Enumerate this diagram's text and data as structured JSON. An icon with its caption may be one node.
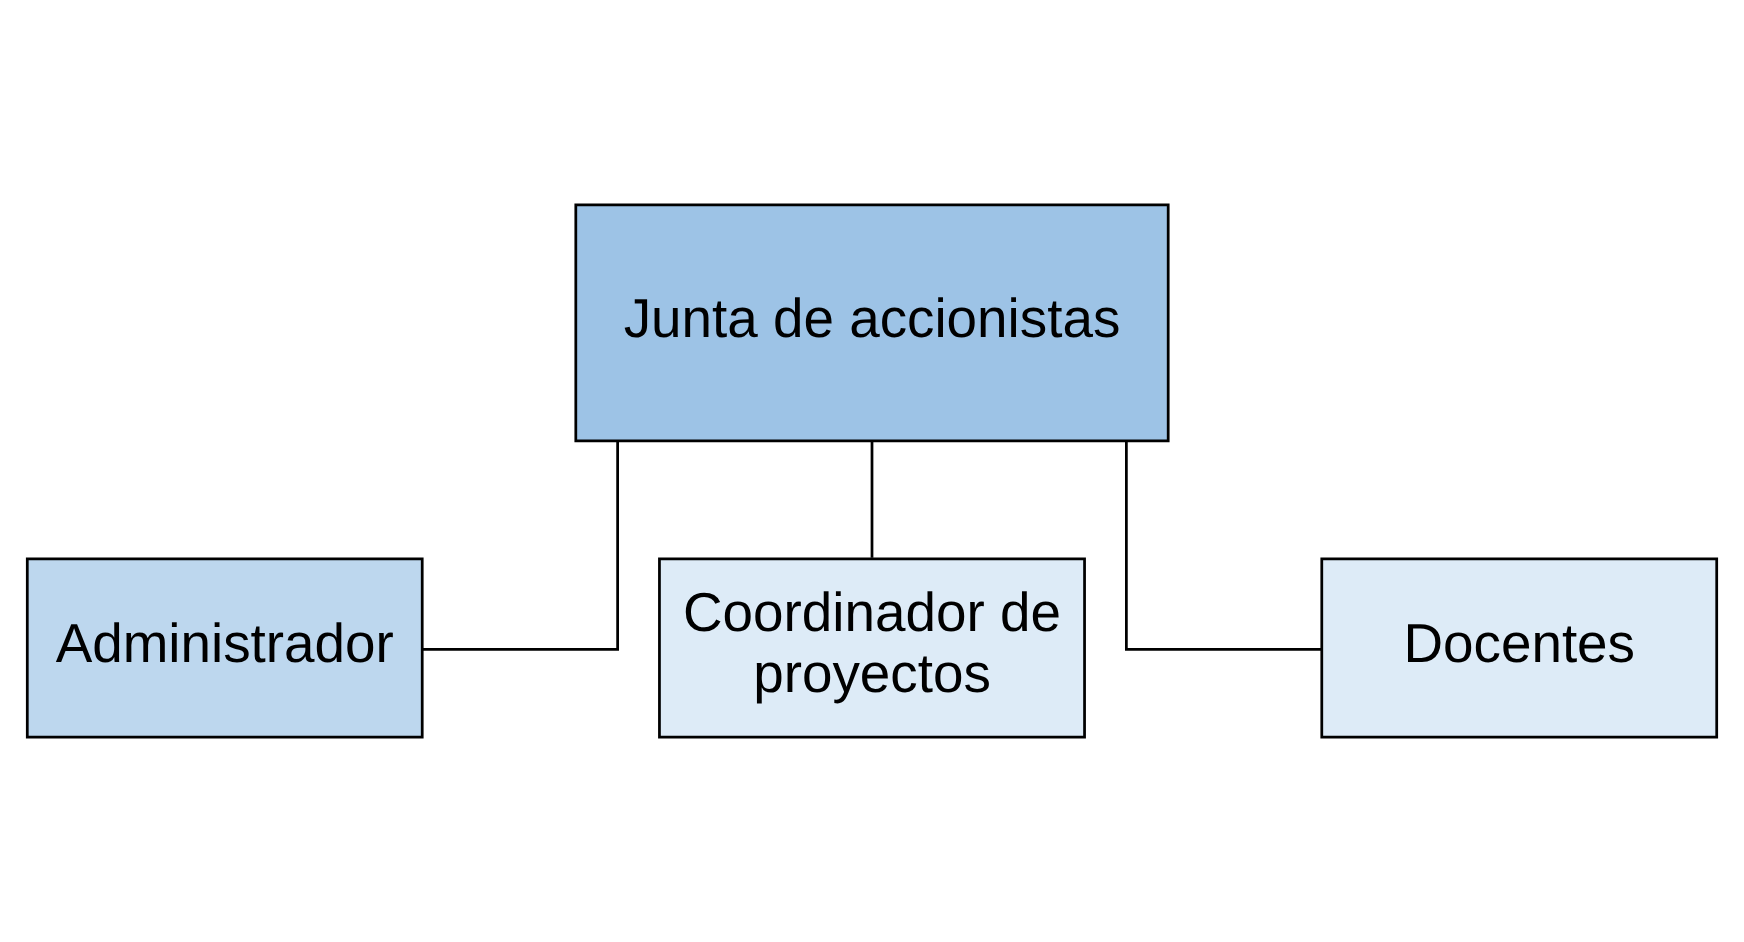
{
  "diagram": {
    "nodes": [
      {
        "text": [
          "Junta de accionistas"
        ]
      },
      {
        "text": [
          "Administrador"
        ]
      },
      {
        "text": [
          "Coordinador de proyectos"
        ]
      },
      {
        "text": [
          "Docentes"
        ]
      }
    ],
    "edges": [
      {
        "from": 0,
        "to": 1,
        "arrow": "none"
      },
      {
        "from": 0,
        "to": 2,
        "arrow": "none"
      },
      {
        "from": 0,
        "to": 3,
        "arrow": "none"
      }
    ]
  }
}
